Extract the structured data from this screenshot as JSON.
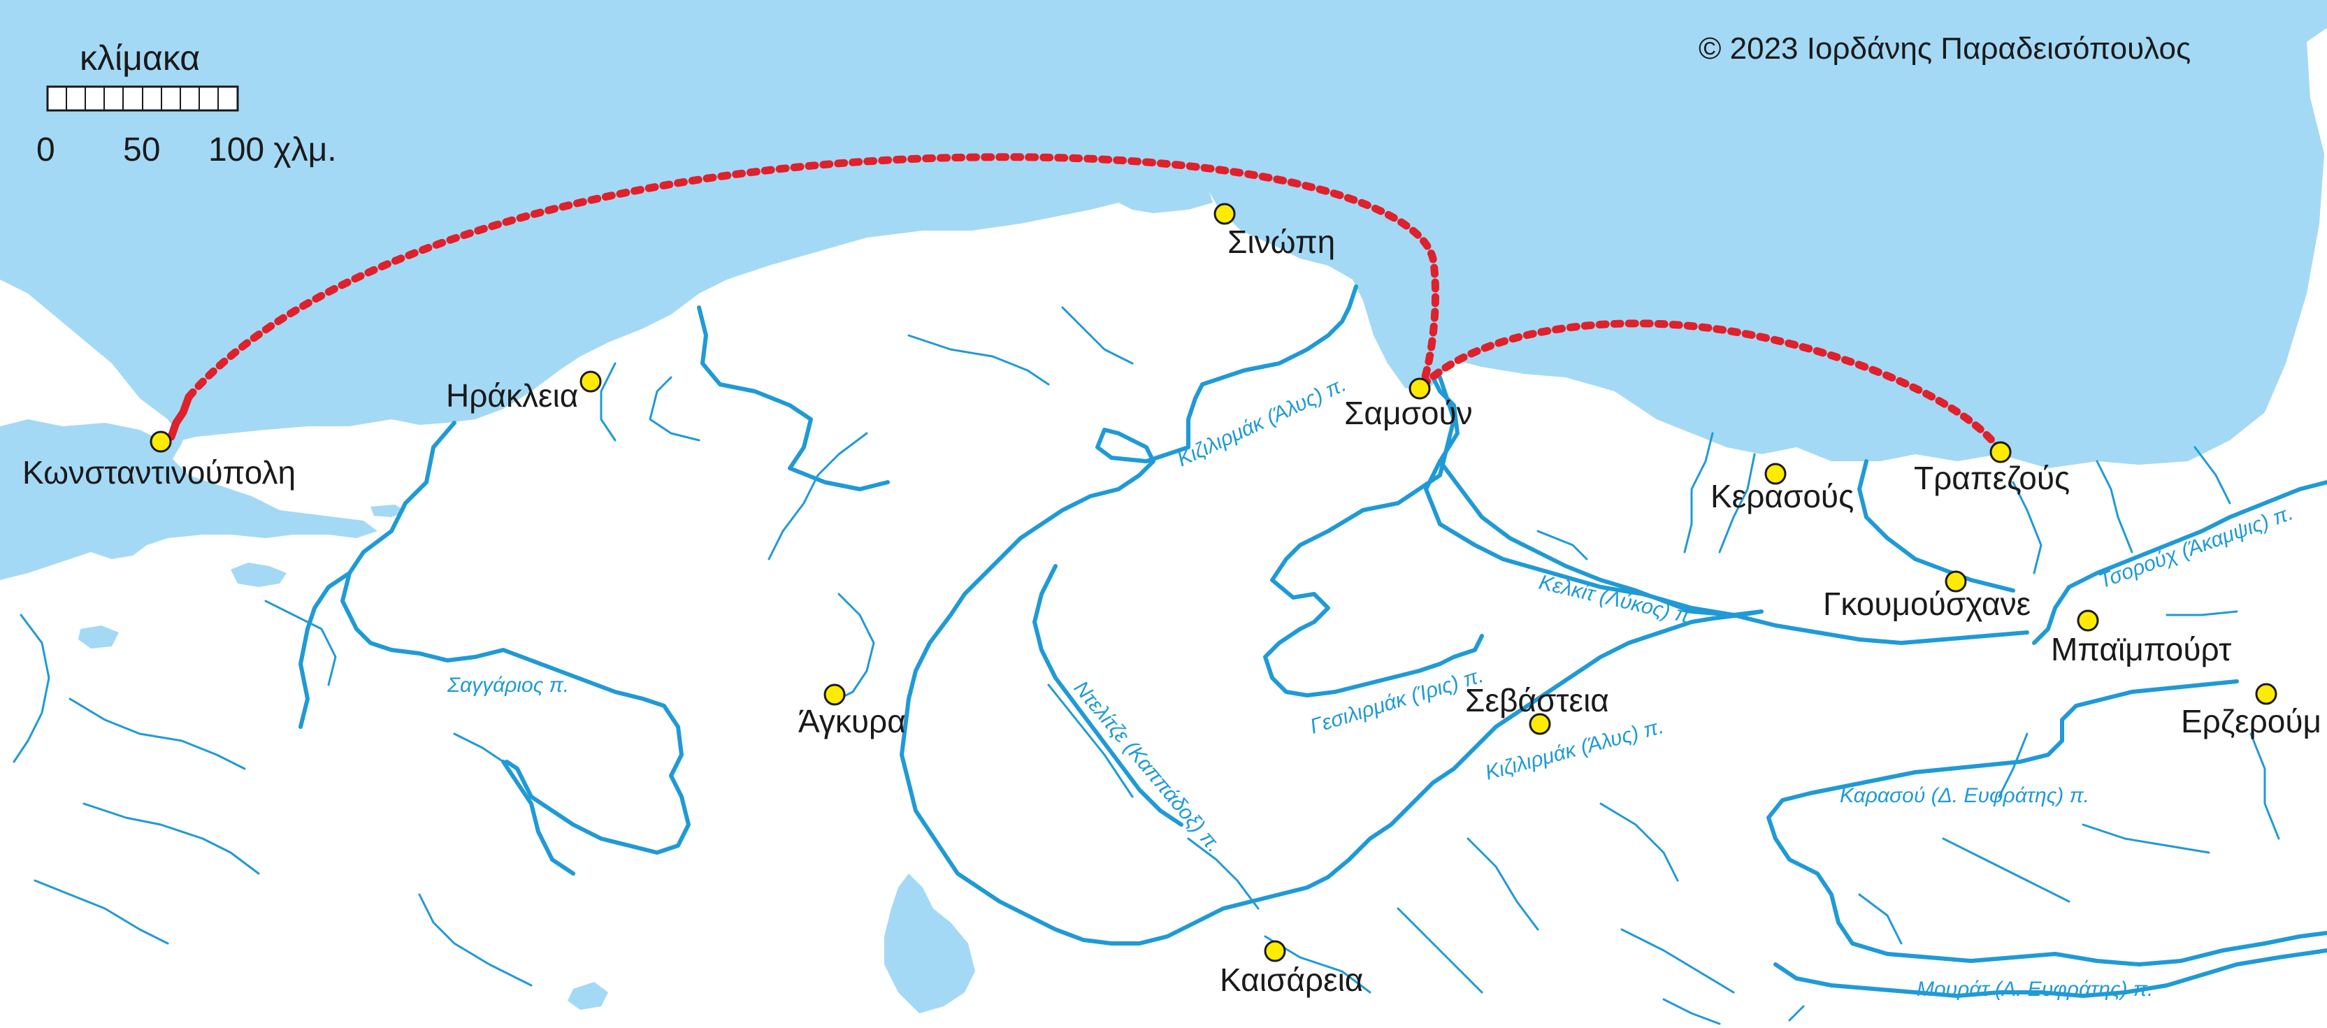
{
  "copyright": "© 2023 Ιορδάνης Παραδεισόπουλος",
  "scale": {
    "title": "κλίμακα",
    "tick_0": "0",
    "tick_50": "50",
    "tick_100": "100 χλμ."
  },
  "cities": {
    "konstantinoupoli": "Κωνσταντινούπολη",
    "irakleia": "Ηράκλεια",
    "sinopi": "Σινώπη",
    "samsoun": "Σαμσούν",
    "kerasous": "Κερασούς",
    "trapezous": "Τραπεζούς",
    "gkoumousxane": "Γκουμούσχανε",
    "mpaimpourt": "Μπαϊμπούρτ",
    "erzeroum": "Ερζερούμ",
    "sevasteia": "Σεβάστεια",
    "agkyra": "Άγκυρα",
    "kaisareia": "Καισάρεια"
  },
  "rivers": {
    "kizilirmak_north": "Κιζιλιρμάκ (Άλυς) π.",
    "saggarios": "Σαγγάριος π.",
    "kelkit": "Κελκίτ (Λύκος) π.",
    "gesilirmak": "Γεσιλιρμάκ (Ίρις) π.",
    "kizilirmak_south": "Κιζιλιρμάκ (Άλυς) π.",
    "ntelitze": "Ντελίτζε (Καππάδοξ) π.",
    "tsoroux": "Τσορούχ (Άκαμψις) π.",
    "karasou": "Καρασού (Δ. Ευφράτης) π.",
    "mourat": "Μουράτ (Α. Ευφράτης) π."
  },
  "colors": {
    "sea": "#a3d9f5",
    "river": "#1f9ad6",
    "route": "#e0202a",
    "city_marker": "#ffeb00",
    "land": "#ffffff"
  }
}
